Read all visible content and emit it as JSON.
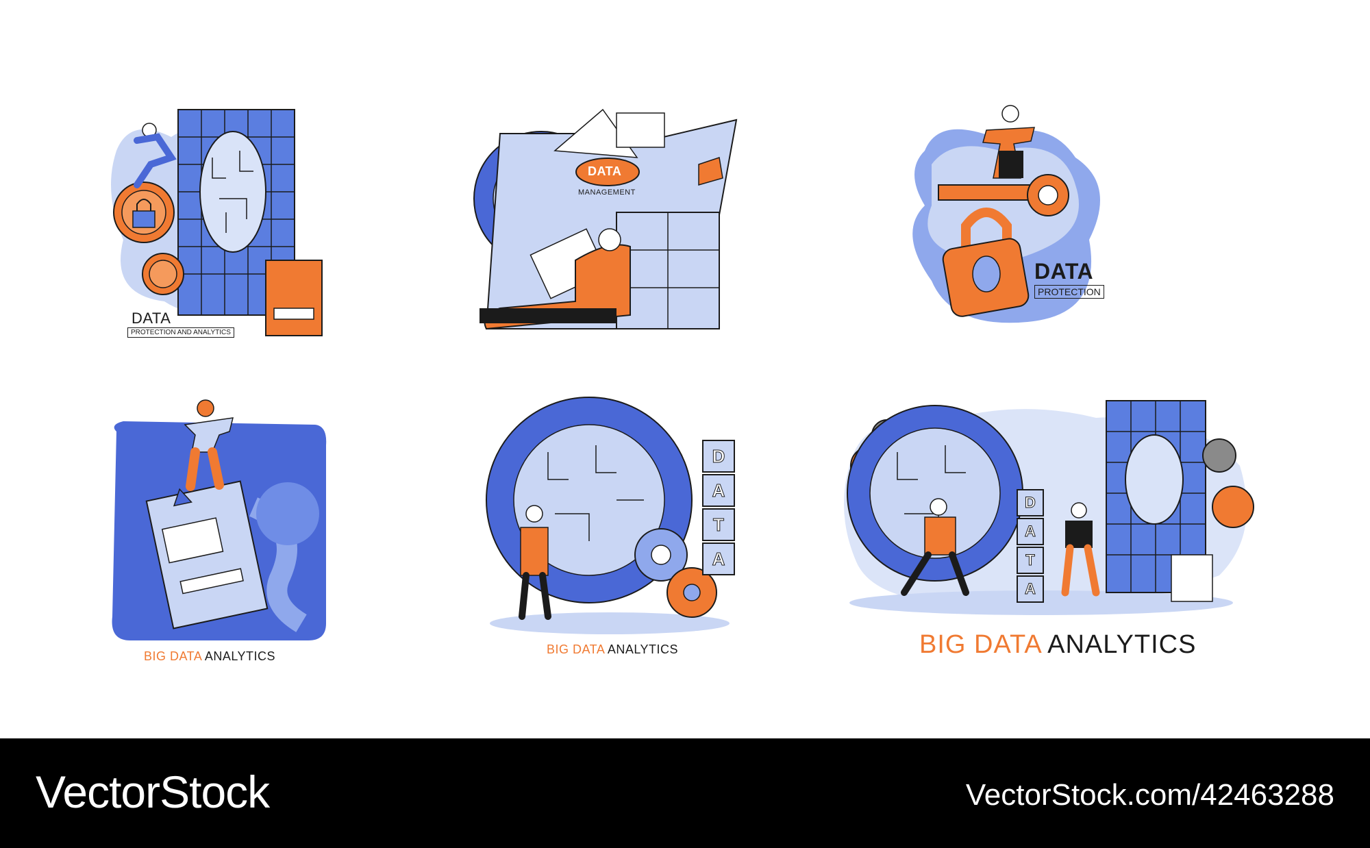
{
  "colors": {
    "blue": "#4a68d6",
    "light_blue": "#c9d6f4",
    "orange": "#f07a32",
    "dark": "#1b1b1b"
  },
  "illustrations": [
    {
      "id": "protection-analytics",
      "title": "DATA",
      "subtitle": "PROTECTION  AND ANALYTICS",
      "icons": [
        "lock-icon",
        "key-icon",
        "server-rack-icon",
        "document-icon",
        "person-icon"
      ]
    },
    {
      "id": "management",
      "title": "DATA",
      "subtitle": "MANAGEMENT",
      "icons": [
        "gear-icon",
        "folder-icon",
        "key-icon",
        "file-cabinet-icon",
        "person-icon"
      ]
    },
    {
      "id": "protection",
      "title": "DATA",
      "subtitle": "PROTECTION",
      "icons": [
        "key-icon",
        "padlock-icon",
        "person-icon"
      ]
    },
    {
      "id": "analytics-1",
      "caption_accent": "BIG DATA",
      "caption_rest": " ANALYTICS",
      "icons": [
        "document-icon",
        "gear-icon",
        "person-icon"
      ]
    },
    {
      "id": "analytics-2",
      "caption_accent": "BIG DATA",
      "caption_rest": " ANALYTICS",
      "blocks": [
        "D",
        "A",
        "T",
        "A"
      ],
      "icons": [
        "gear-icon",
        "magnifier-icon",
        "person-icon"
      ]
    },
    {
      "id": "analytics-3",
      "caption_accent": "BIG DATA",
      "caption_rest": " ANALYTICS",
      "blocks": [
        "D",
        "A",
        "T",
        "A"
      ],
      "icons": [
        "gear-icon",
        "server-rack-icon",
        "magnifier-icon",
        "person-icon"
      ]
    }
  ],
  "footer": {
    "brand": "VectorStock",
    "url": "VectorStock.com/42463288"
  }
}
